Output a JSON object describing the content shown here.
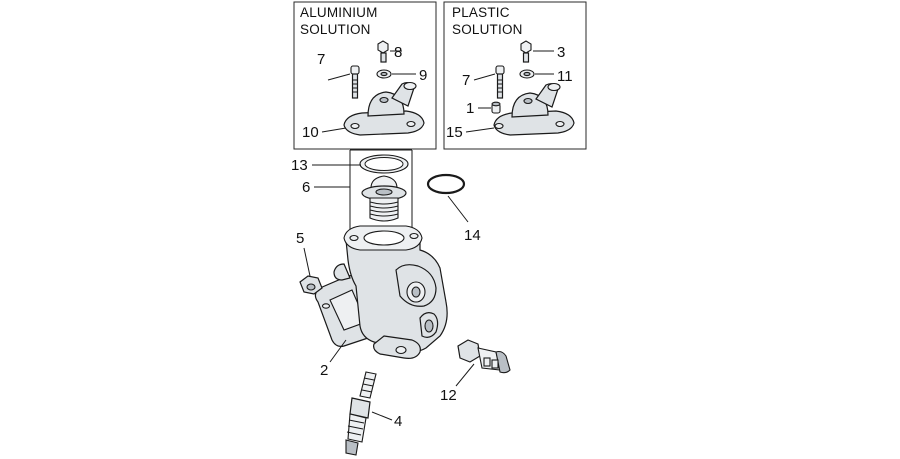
{
  "boxes": {
    "aluminium": {
      "title_line1": "ALUMINIUM",
      "title_line2": "SOLUTION"
    },
    "plastic": {
      "title_line1": "PLASTIC",
      "title_line2": "SOLUTION"
    }
  },
  "callouts": {
    "c1": "1",
    "c2": "2",
    "c3": "3",
    "c4": "4",
    "c5": "5",
    "c6": "6",
    "c7a": "7",
    "c7b": "7",
    "c8": "8",
    "c9": "9",
    "c10": "10",
    "c11": "11",
    "c12": "12",
    "c13": "13",
    "c14": "14",
    "c15": "15"
  }
}
